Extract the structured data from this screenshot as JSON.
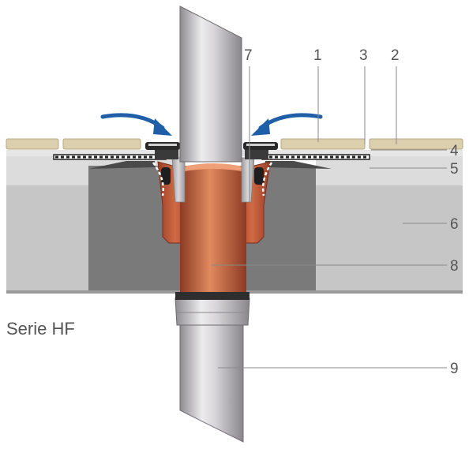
{
  "series_label": "Serie HF",
  "callouts": {
    "c1": "1",
    "c2": "2",
    "c3": "3",
    "c4": "4",
    "c5": "5",
    "c6": "6",
    "c7": "7",
    "c8": "8",
    "c9": "9"
  },
  "colors": {
    "pipe_grey": "#c8c6c8",
    "sleeve_copper": "#c0603e",
    "flow_arrow": "#1f5fa8",
    "tile": "#dccfae",
    "concrete": "#c4c4c4",
    "screed": "#dcdcdc"
  }
}
